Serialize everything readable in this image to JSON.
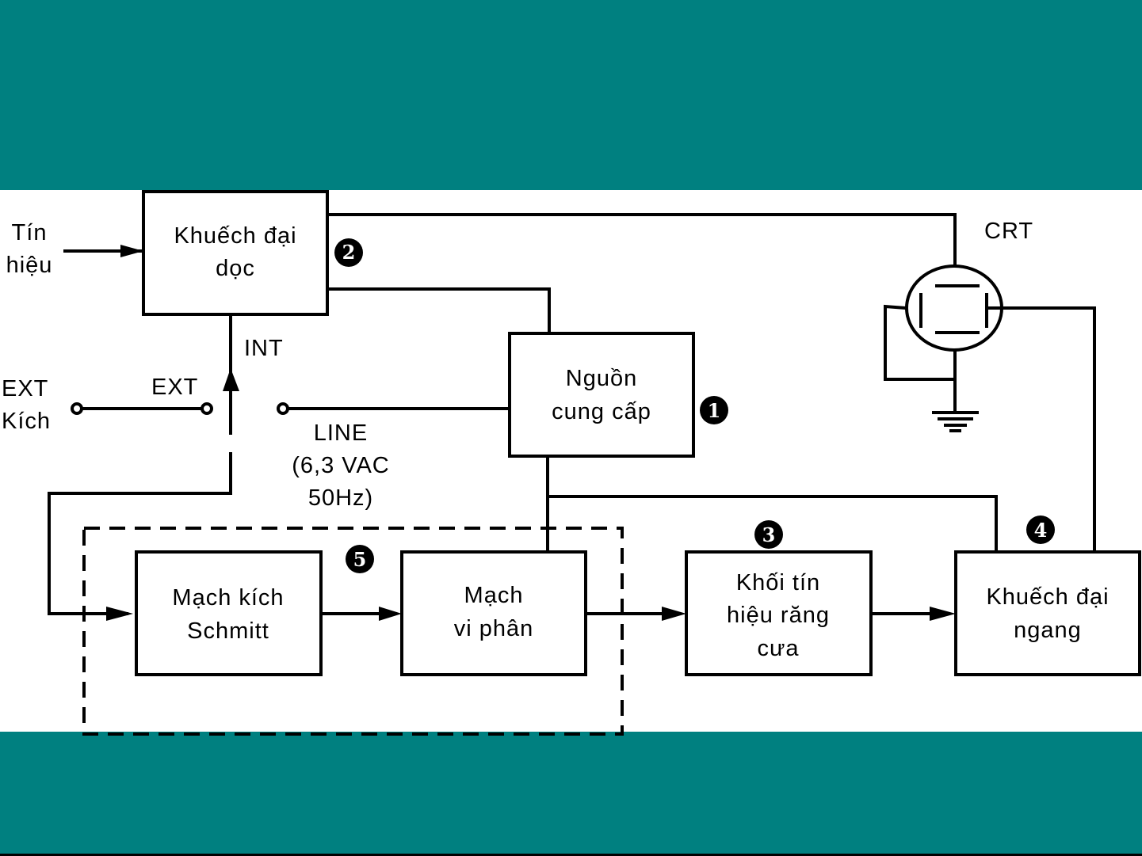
{
  "colors": {
    "band": "#008080",
    "line": "#000000",
    "background": "#ffffff"
  },
  "blocks": {
    "vertical_amp": {
      "lines": [
        "Khuếch đại",
        "dọc"
      ],
      "badge": "2"
    },
    "power_supply": {
      "lines": [
        "Nguồn",
        "cung cấp"
      ],
      "badge": "1"
    },
    "schmitt_trigger": {
      "lines": [
        "Mạch kích",
        "Schmitt"
      ]
    },
    "differentiator": {
      "lines": [
        "Mạch",
        "vi phân"
      ]
    },
    "sawtooth_gen": {
      "lines": [
        "Khối tín",
        "hiệu răng",
        "cưa"
      ],
      "badge": "3"
    },
    "horizontal_amp": {
      "lines": [
        "Khuếch đại",
        "ngang"
      ],
      "badge": "4"
    },
    "trigger_group": {
      "badge": "5"
    }
  },
  "labels": {
    "signal_input": [
      "Tín",
      "hiệu"
    ],
    "ext_trigger_input": [
      "EXT",
      "Kích"
    ],
    "switch_ext": "EXT",
    "switch_int": "INT",
    "switch_line": [
      "LINE",
      "(6,3 VAC",
      "50Hz)"
    ],
    "crt": "CRT"
  },
  "icons": {
    "crt": "crt-tube-icon",
    "ground": "ground-icon",
    "terminal": "terminal-circle-icon"
  }
}
